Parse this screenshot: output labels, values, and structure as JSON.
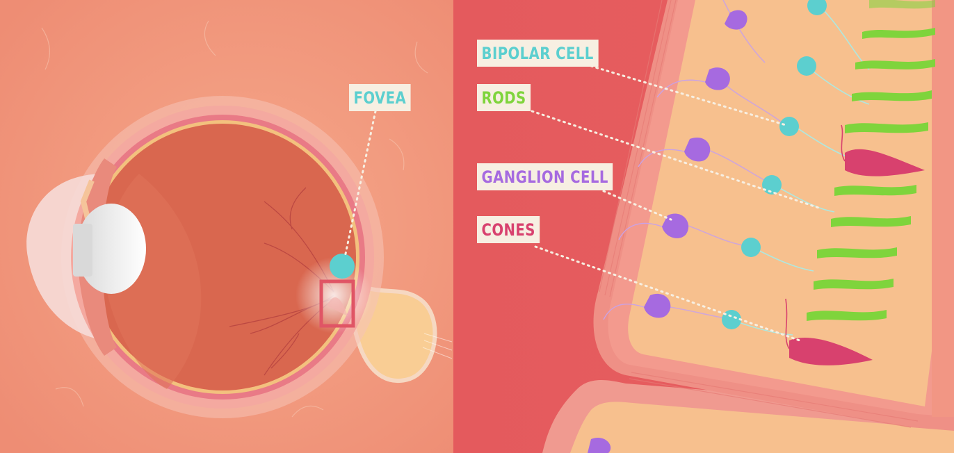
{
  "labels": {
    "fovea": "FOVEA",
    "bipolar_cell": "BIPOLAR CELL",
    "rods": "RODS",
    "ganglion_cell": "GANGLION CELL",
    "cones": "CONES"
  },
  "colors": {
    "background_left": "#f0977a",
    "background_right": "#e65a5c",
    "retina_tissue": "#f7c08e",
    "bipolar_cell": "#5ccfcf",
    "rods": "#7fd43c",
    "ganglion_cell": "#a66ae0",
    "cones": "#d8416e",
    "label_background": "#f7efe2"
  },
  "icons": [
    "eyeball-illustration",
    "fovea-marker",
    "retina-cross-section"
  ]
}
